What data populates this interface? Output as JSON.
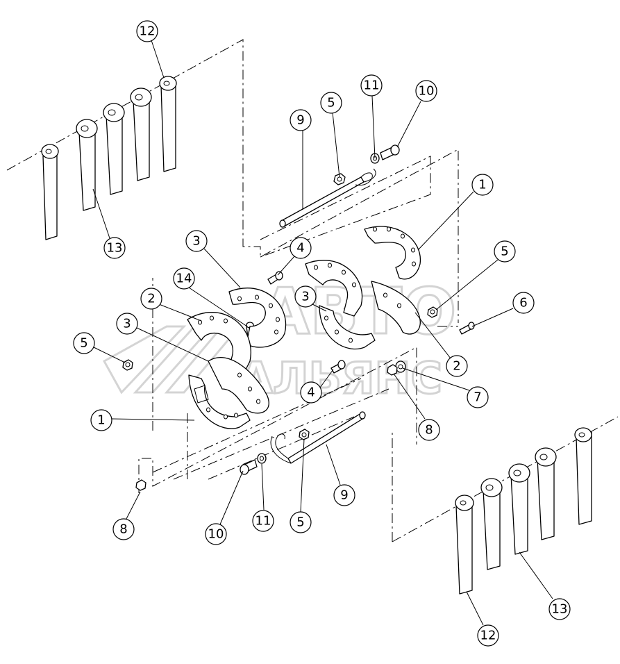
{
  "callouts": [
    {
      "label": "12"
    },
    {
      "label": "13"
    },
    {
      "label": "9"
    },
    {
      "label": "5"
    },
    {
      "label": "11"
    },
    {
      "label": "10"
    },
    {
      "label": "1"
    },
    {
      "label": "3"
    },
    {
      "label": "4"
    },
    {
      "label": "14"
    },
    {
      "label": "2"
    },
    {
      "label": "3"
    },
    {
      "label": "5"
    },
    {
      "label": "3"
    },
    {
      "label": "5"
    },
    {
      "label": "6"
    },
    {
      "label": "2"
    },
    {
      "label": "7"
    },
    {
      "label": "4"
    },
    {
      "label": "1"
    },
    {
      "label": "8"
    },
    {
      "label": "9"
    },
    {
      "label": "10"
    },
    {
      "label": "11"
    },
    {
      "label": "5"
    },
    {
      "label": "8"
    },
    {
      "label": "13"
    },
    {
      "label": "12"
    }
  ],
  "watermark": {
    "line1": "АВТО",
    "line2": "АЛЬЯНС",
    "color": "#c9c9c9"
  }
}
